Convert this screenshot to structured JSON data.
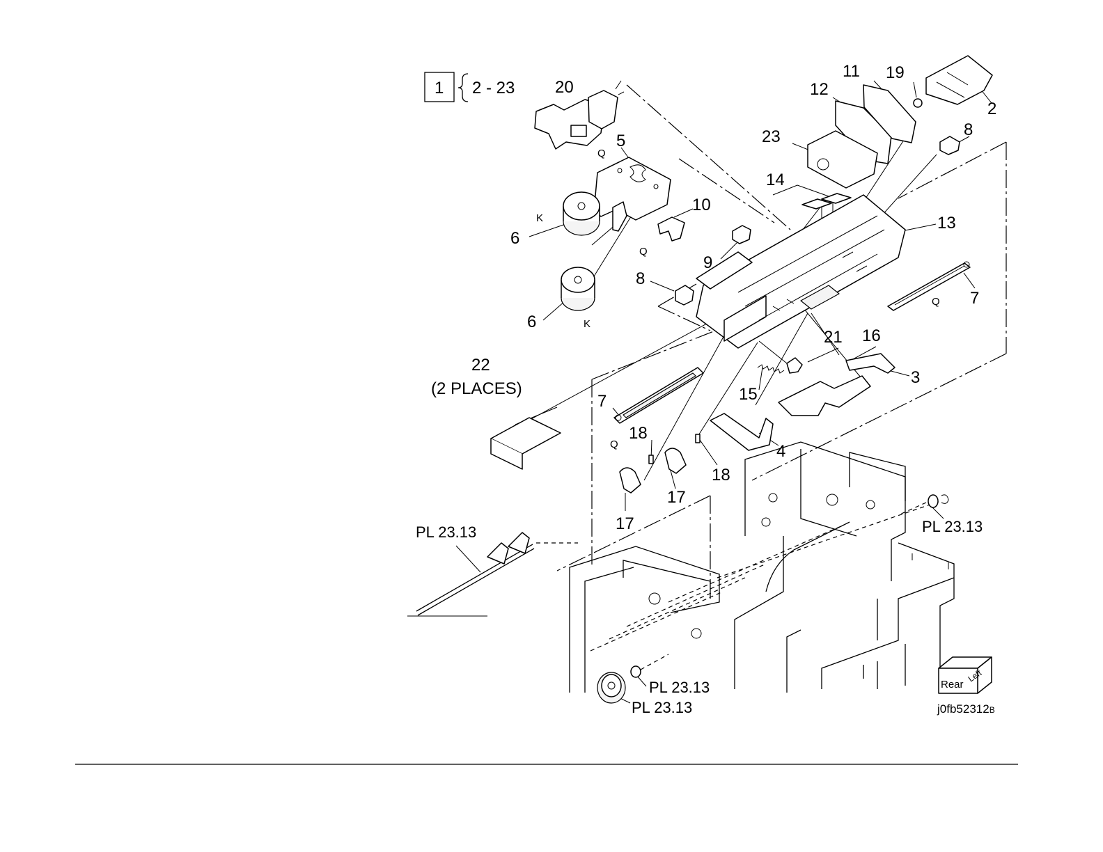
{
  "set_box": {
    "number": "1",
    "range": "2 - 23"
  },
  "callouts": [
    {
      "id": "c20",
      "text": "20"
    },
    {
      "id": "c5",
      "text": "5"
    },
    {
      "id": "c10",
      "text": "10"
    },
    {
      "id": "c6a",
      "text": "6"
    },
    {
      "id": "c6b",
      "text": "6"
    },
    {
      "id": "c9",
      "text": "9"
    },
    {
      "id": "c8a",
      "text": "8"
    },
    {
      "id": "c11",
      "text": "11"
    },
    {
      "id": "c19",
      "text": "19"
    },
    {
      "id": "c12",
      "text": "12"
    },
    {
      "id": "c2",
      "text": "2"
    },
    {
      "id": "c23",
      "text": "23"
    },
    {
      "id": "c8b",
      "text": "8"
    },
    {
      "id": "c14",
      "text": "14"
    },
    {
      "id": "c13",
      "text": "13"
    },
    {
      "id": "c7a",
      "text": "7"
    },
    {
      "id": "c21",
      "text": "21"
    },
    {
      "id": "c16",
      "text": "16"
    },
    {
      "id": "c3",
      "text": "3"
    },
    {
      "id": "c15",
      "text": "15"
    },
    {
      "id": "c4",
      "text": "4"
    },
    {
      "id": "c7b",
      "text": "7"
    },
    {
      "id": "c18a",
      "text": "18"
    },
    {
      "id": "c18b",
      "text": "18"
    },
    {
      "id": "c17a",
      "text": "17"
    },
    {
      "id": "c17b",
      "text": "17"
    },
    {
      "id": "c22",
      "text": "22"
    },
    {
      "id": "c22p",
      "text": "(2 PLACES)"
    }
  ],
  "references": [
    {
      "id": "pl1",
      "text": "PL 23.13"
    },
    {
      "id": "pl2",
      "text": "PL 23.13"
    },
    {
      "id": "pl3",
      "text": "PL 23.13"
    },
    {
      "id": "pl4",
      "text": "PL 23.13"
    }
  ],
  "fastener_marks": {
    "q": "Q",
    "k": "K"
  },
  "orientation_cube": {
    "rear": "Rear",
    "left": "Left"
  },
  "figure_id": {
    "main": "j0fb52312",
    "suffix": "B"
  }
}
